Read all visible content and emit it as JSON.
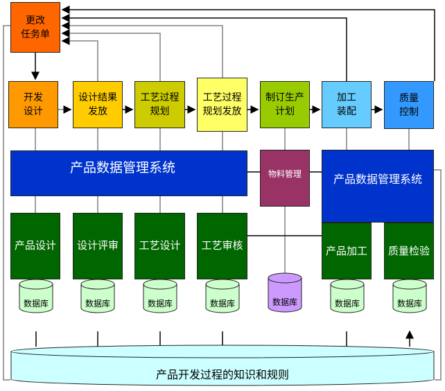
{
  "change_order": "更改\n任务单",
  "process_steps": [
    {
      "label": "开发\n设计",
      "color": "#FF9900"
    },
    {
      "label": "设计结果\n发放",
      "color": "#FFCC00"
    },
    {
      "label": "工艺过程\n规划",
      "color": "#CCCC00"
    },
    {
      "label": "工艺过程\n规划发放",
      "color": "#FFFF66"
    },
    {
      "label": "制订生产\n计划",
      "color": "#99CC00"
    },
    {
      "label": "加工\n装配",
      "color": "#66CCFF"
    },
    {
      "label": "质量\n控制",
      "color": "#3399FF"
    }
  ],
  "pdm_left": "产品数据管理系统",
  "pdm_right": "产品数据管理系统",
  "material_mgmt": "物料管理",
  "modules": [
    "产品设计",
    "设计评审",
    "工艺设计",
    "工艺审核",
    "产品加工",
    "质量检验"
  ],
  "database_label": "数据库",
  "knowledge_base": "产品开发过程的知识和规则",
  "colors": {
    "change_order": "#FF6600",
    "pdm": "#0033CC",
    "material": "#993366",
    "module": "#006600",
    "db": "#CCFFCC",
    "db_material": "#CC99FF",
    "knowledge": "#CCFFFF"
  }
}
